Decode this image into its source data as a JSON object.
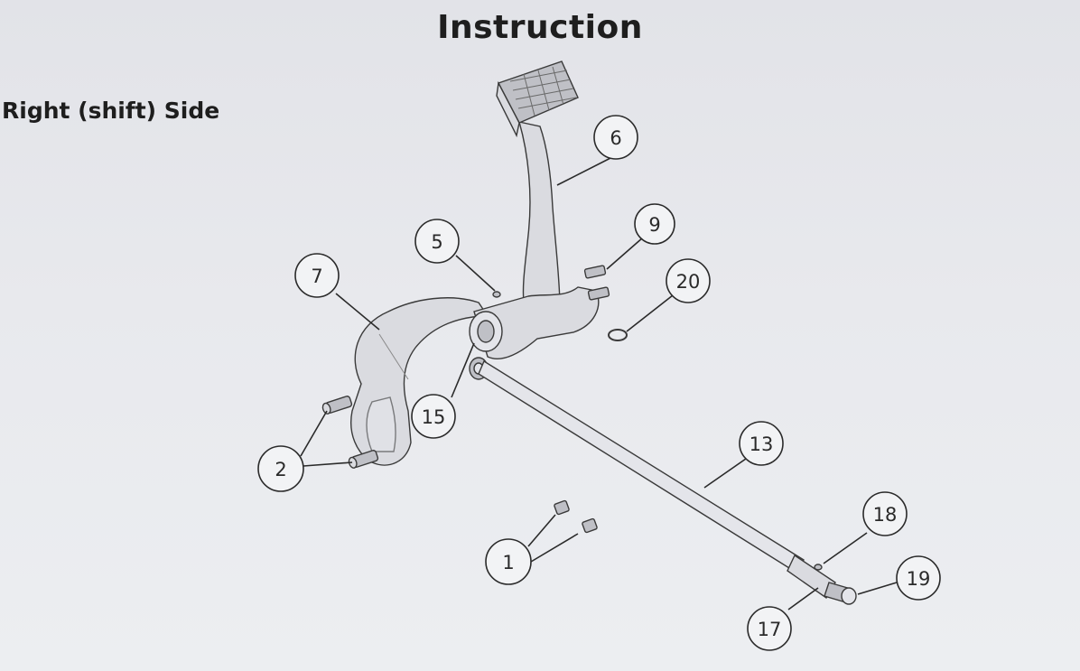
{
  "page": {
    "title": "Instruction",
    "subtitle": "Right (shift) Side"
  },
  "callouts": [
    {
      "id": "c1",
      "label": "1"
    },
    {
      "id": "c2",
      "label": "2"
    },
    {
      "id": "c5",
      "label": "5"
    },
    {
      "id": "c6",
      "label": "6"
    },
    {
      "id": "c7",
      "label": "7"
    },
    {
      "id": "c9",
      "label": "9"
    },
    {
      "id": "c13",
      "label": "13"
    },
    {
      "id": "c15",
      "label": "15"
    },
    {
      "id": "c17",
      "label": "17"
    },
    {
      "id": "c18",
      "label": "18"
    },
    {
      "id": "c19",
      "label": "19"
    },
    {
      "id": "c20",
      "label": "20"
    }
  ]
}
